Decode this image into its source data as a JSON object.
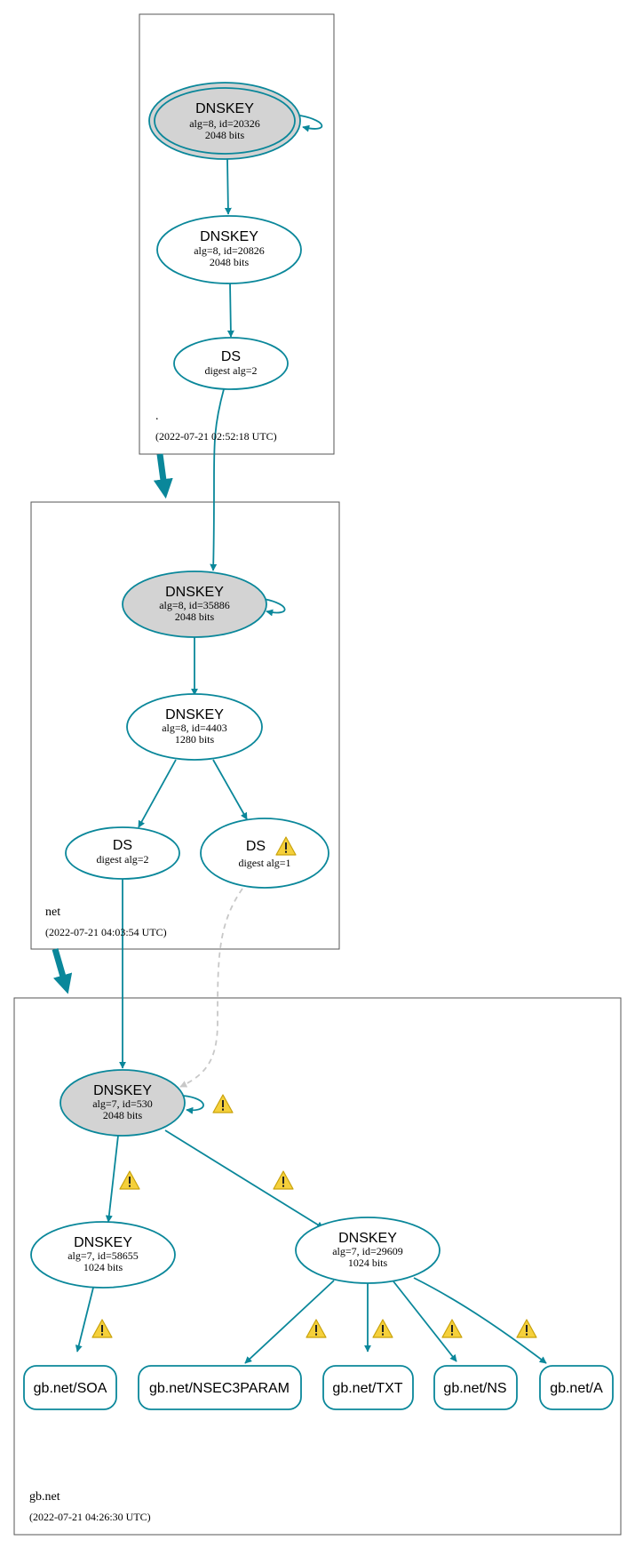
{
  "colors": {
    "edge": "#0a879a",
    "ksk_fill": "#d3d3d3",
    "insecure_edge": "#c8c8c8",
    "warning_fill": "#f5d03b"
  },
  "zones": {
    "root": {
      "name": ".",
      "timestamp": "(2022-07-21 02:52:18 UTC)"
    },
    "net": {
      "name": "net",
      "timestamp": "(2022-07-21 04:03:54 UTC)"
    },
    "gbnet": {
      "name": "gb.net",
      "timestamp": "(2022-07-21 04:26:30 UTC)"
    }
  },
  "nodes": {
    "root_ksk": {
      "title": "DNSKEY",
      "line1": "alg=8, id=20326",
      "line2": "2048 bits"
    },
    "root_zsk": {
      "title": "DNSKEY",
      "line1": "alg=8, id=20826",
      "line2": "2048 bits"
    },
    "root_ds": {
      "title": "DS",
      "line1": "digest alg=2"
    },
    "net_ksk": {
      "title": "DNSKEY",
      "line1": "alg=8, id=35886",
      "line2": "2048 bits"
    },
    "net_zsk": {
      "title": "DNSKEY",
      "line1": "alg=8, id=4403",
      "line2": "1280 bits"
    },
    "net_ds2": {
      "title": "DS",
      "line1": "digest alg=2"
    },
    "net_ds1": {
      "title": "DS",
      "line1": "digest alg=1"
    },
    "gb_ksk": {
      "title": "DNSKEY",
      "line1": "alg=7, id=530",
      "line2": "2048 bits"
    },
    "gb_zsk1": {
      "title": "DNSKEY",
      "line1": "alg=7, id=58655",
      "line2": "1024 bits"
    },
    "gb_zsk2": {
      "title": "DNSKEY",
      "line1": "alg=7, id=29609",
      "line2": "1024 bits"
    }
  },
  "records": {
    "soa": "gb.net/SOA",
    "nsec3param": "gb.net/NSEC3PARAM",
    "txt": "gb.net/TXT",
    "ns": "gb.net/NS",
    "a": "gb.net/A"
  },
  "warning_icon": "warning-triangle-icon",
  "warning_mark": "!"
}
